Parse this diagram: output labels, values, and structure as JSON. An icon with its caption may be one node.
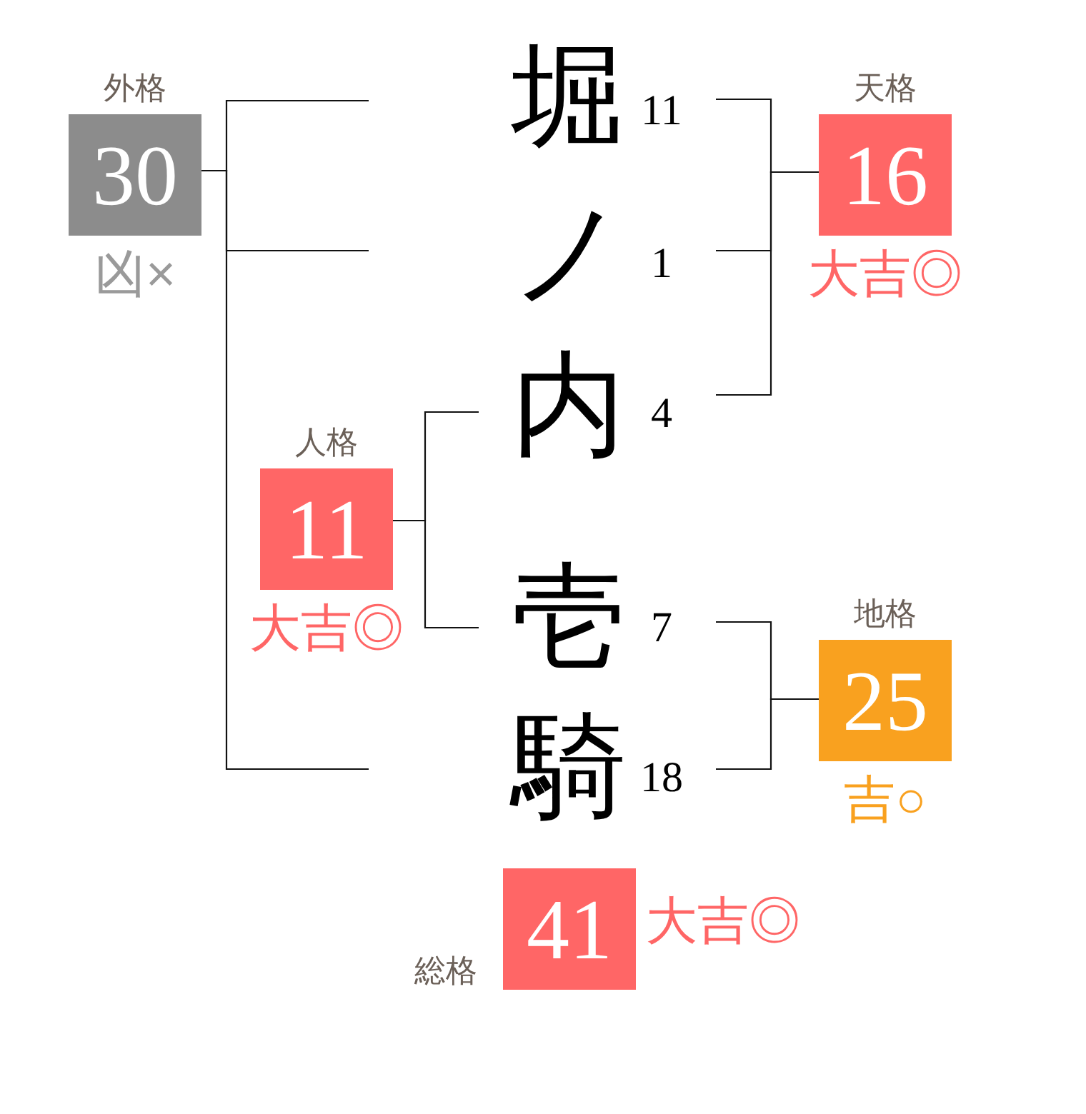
{
  "diagram": {
    "nodes": [
      {
        "text": [
          "外格",
          "30"
        ],
        "beside": [
          "凶×"
        ]
      },
      {
        "text": [
          "堀"
        ],
        "beside": [
          "11"
        ]
      },
      {
        "text": [
          "天格",
          "16"
        ],
        "beside": [
          "大吉◎"
        ]
      },
      {
        "text": [
          "ノ"
        ],
        "beside": [
          "1"
        ]
      },
      {
        "text": [
          "内"
        ],
        "beside": [
          "4"
        ]
      },
      {
        "text": [
          "人格",
          "11"
        ],
        "beside": [
          "大吉◎"
        ]
      },
      {
        "text": [
          "壱"
        ],
        "beside": [
          "7"
        ]
      },
      {
        "text": [
          "地格",
          "25"
        ],
        "beside": [
          "吉○"
        ]
      },
      {
        "text": [
          "騎"
        ],
        "beside": [
          "18"
        ]
      },
      {
        "text": [
          "総格",
          "41"
        ],
        "beside": [
          "大吉◎"
        ]
      }
    ],
    "edges": [
      {
        "from": 0,
        "to": null,
        "arrow": "none"
      },
      {
        "from": 0,
        "to": null,
        "arrow": "none"
      },
      {
        "from": 0,
        "to": null,
        "arrow": "none"
      },
      {
        "from": 1,
        "to": 2,
        "arrow": "none"
      },
      {
        "from": 3,
        "to": 2,
        "arrow": "none"
      },
      {
        "from": 4,
        "to": 2,
        "arrow": "none"
      },
      {
        "from": 4,
        "to": 5,
        "arrow": "none"
      },
      {
        "from": 6,
        "to": 5,
        "arrow": "none"
      },
      {
        "from": 6,
        "to": 7,
        "arrow": "none"
      },
      {
        "from": 8,
        "to": 7,
        "arrow": "none"
      }
    ]
  }
}
